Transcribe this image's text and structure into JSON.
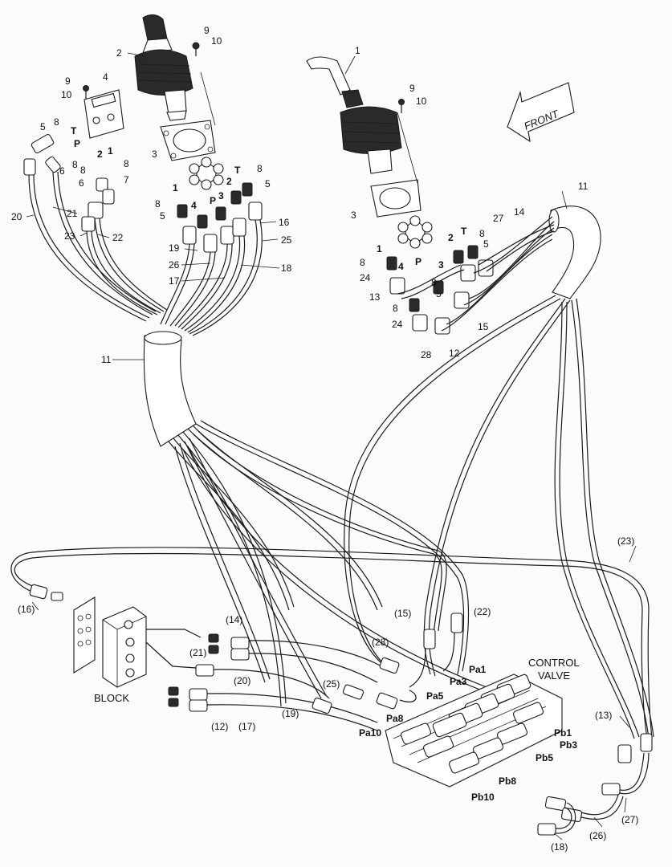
{
  "header": {
    "front_label": "FRONT"
  },
  "assembly_labels": {
    "control_valve_line1": "CONTROL",
    "control_valve_line2": "VALVE",
    "block": "BLOCK"
  },
  "left_joystick_callouts": [
    "2",
    "9",
    "10",
    "9",
    "10",
    "4",
    "5",
    "8",
    "T",
    "P",
    "6",
    "8",
    "2",
    "1",
    "8",
    "8",
    "7",
    "6",
    "3",
    "20",
    "21",
    "23",
    "22",
    "8",
    "5",
    "1",
    "4",
    "P",
    "3",
    "2",
    "T",
    "8",
    "5",
    "16",
    "25",
    "19",
    "26",
    "18",
    "17",
    "11"
  ],
  "right_joystick_callouts": [
    "1",
    "9",
    "10",
    "3",
    "11",
    "27",
    "14",
    "T",
    "2",
    "8",
    "5",
    "1",
    "8",
    "24",
    "P",
    "4",
    "3",
    "8",
    "13",
    "5",
    "8",
    "24",
    "28",
    "12",
    "15"
  ],
  "port_labels": [
    "Pa1",
    "Pa3",
    "Pa5",
    "Pa8",
    "Pa10",
    "Pb1",
    "Pb3",
    "Pb5",
    "Pb8",
    "Pb10"
  ],
  "hose_refs": [
    "(16)",
    "(14)",
    "(21)",
    "(20)",
    "(12)",
    "(17)",
    "(19)",
    "(25)",
    "(28)",
    "(15)",
    "(22)",
    "(23)",
    "(13)",
    "(27)",
    "(26)",
    "(18)"
  ]
}
